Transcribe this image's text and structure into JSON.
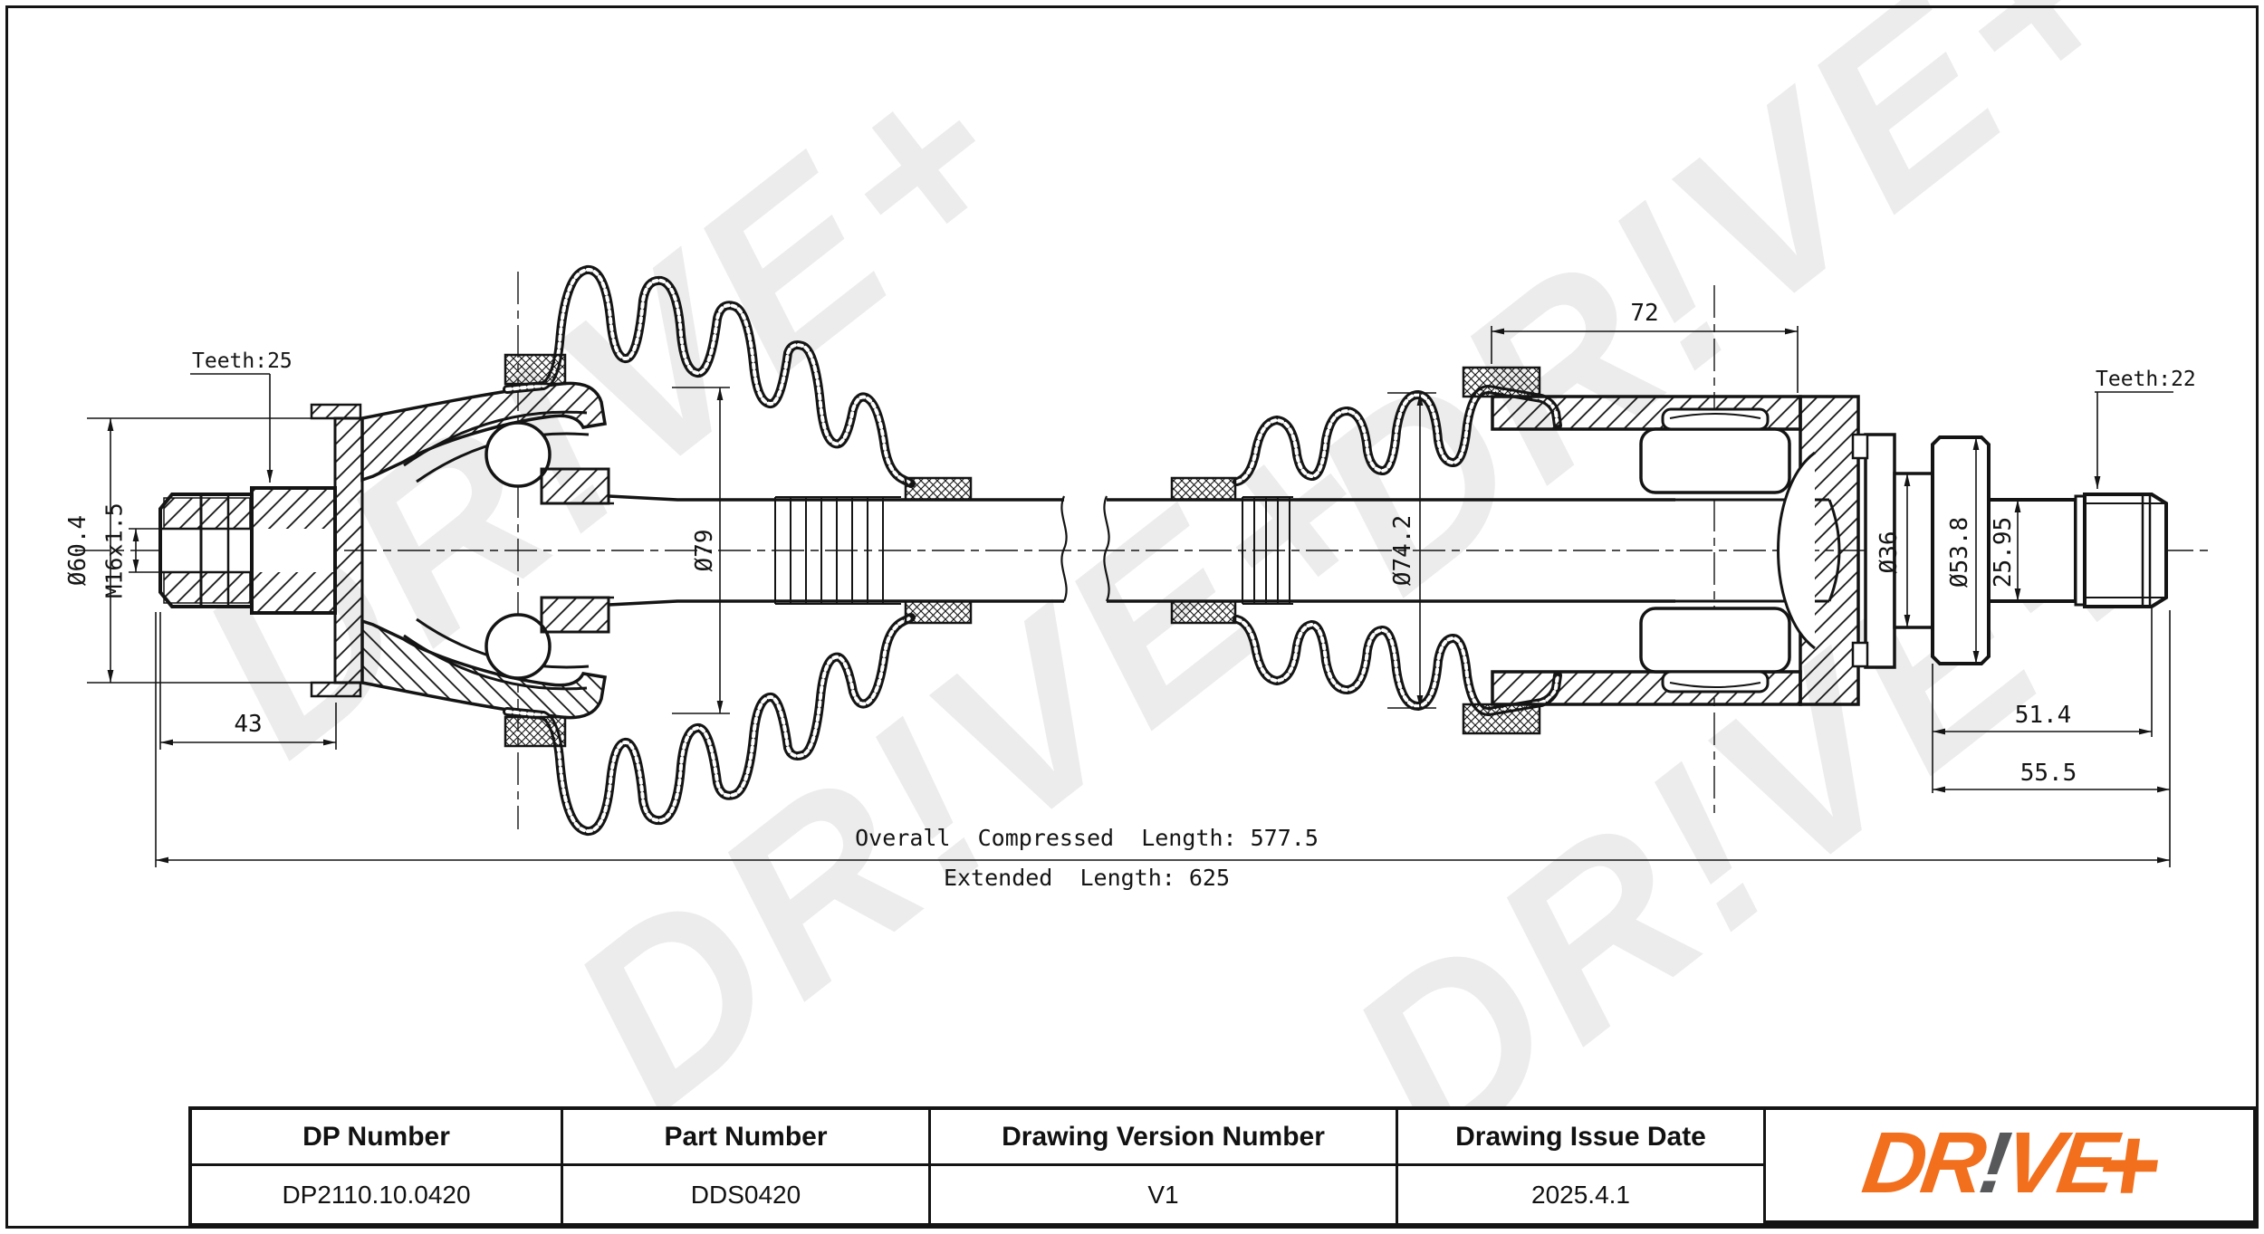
{
  "watermark": {
    "text": "DR!VE+"
  },
  "annotations": {
    "teeth_left": "Teeth:25",
    "teeth_right": "Teeth:22",
    "dia_60_4": "Ø60.4",
    "thread": "M16x1.5",
    "len_43": "43",
    "dia_79": "Ø79",
    "dia_74_2": "Ø74.2",
    "len_72": "72",
    "dia_36": "Ø36",
    "dia_53_8": "Ø53.8",
    "len_25_95": "25.95",
    "len_51_4": "51.4",
    "len_55_5": "55.5",
    "compressed_length": "Overall  Compressed  Length: 577.5",
    "extended_length": "Extended  Length: 625"
  },
  "title_block": {
    "columns": [
      {
        "header": "DP Number",
        "value": "DP2110.10.0420"
      },
      {
        "header": "Part Number",
        "value": "DDS0420"
      },
      {
        "header": "Drawing Version Number",
        "value": "V1"
      },
      {
        "header": "Drawing Issue Date",
        "value": "2025.4.1"
      }
    ],
    "logo": {
      "part1": "DR",
      "bang": "!",
      "part2": "VE",
      "plus": "+"
    }
  },
  "colors": {
    "line": "#141414",
    "logo_orange": "#F26F1D",
    "logo_gray": "#57585A",
    "watermark_gray": "#ececec"
  }
}
